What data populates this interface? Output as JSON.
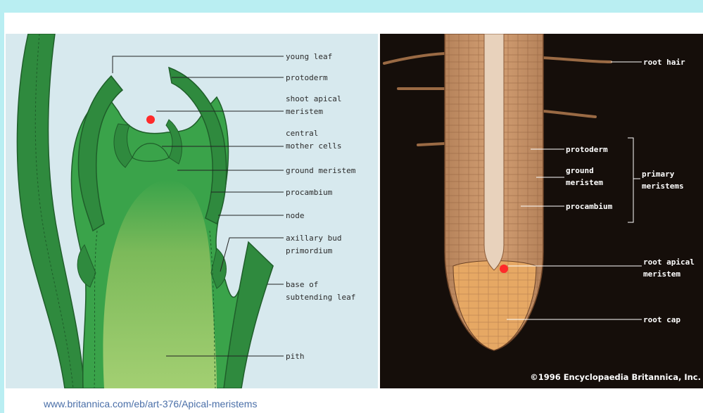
{
  "shoot_labels": {
    "young_leaf": "young leaf",
    "protoderm": "protoderm",
    "shoot_apical_1": "shoot apical",
    "shoot_apical_2": "meristem",
    "central_1": "central",
    "central_2": "mother cells",
    "ground_meristem": "ground meristem",
    "procambium": "procambium",
    "node": "node",
    "axillary_1": "axillary bud",
    "axillary_2": "primordium",
    "base_1": "base of",
    "base_2": "subtending leaf",
    "pith": "pith"
  },
  "root_labels": {
    "root_hair": "root hair",
    "protoderm": "protoderm",
    "ground_1": "ground",
    "ground_2": "meristem",
    "procambium": "procambium",
    "primary_1": "primary",
    "primary_2": "meristems",
    "root_apical_1": "root apical",
    "root_apical_2": "meristem",
    "root_cap": "root cap"
  },
  "copyright": "©1996 Encyclopaedia Britannica, Inc.",
  "footer_url": "www.britannica.com/eb/art-376/Apical-meristems",
  "colors": {
    "leaf_dark": "#2f8a3e",
    "leaf_mid": "#3aa34a",
    "pith": "#97c86a",
    "root_tan": "#c69366",
    "root_cap": "#e6a864",
    "marker": "#ff2a2a"
  }
}
